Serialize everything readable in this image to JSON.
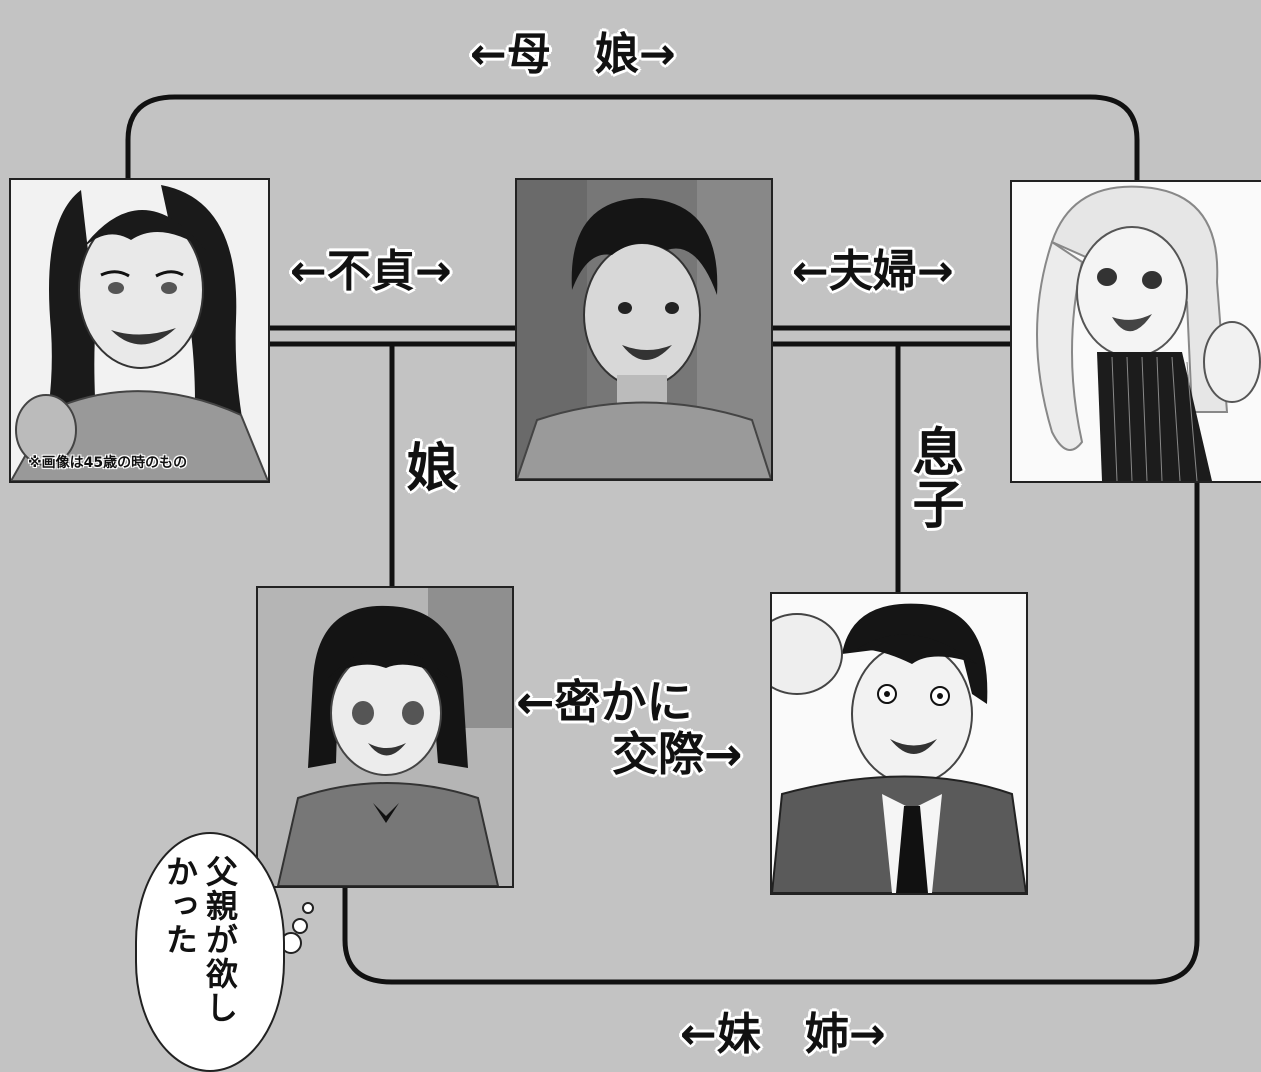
{
  "labels": {
    "mother_daughter": "←母　娘→",
    "affair": "←不貞→",
    "couple": "←夫婦→",
    "daughter": "娘",
    "son": "息子",
    "secret_dating_line1": "←密かに",
    "secret_dating_line2": "交際→",
    "sisters": "←妹　姉→"
  },
  "image_note": "※画像は45歳の時のもの",
  "thought_bubble": "父親が欲しかった",
  "characters": [
    {
      "id": "grandmother",
      "desc": "long-dark-hair-woman"
    },
    {
      "id": "father",
      "desc": "dark-hair-man"
    },
    {
      "id": "mother",
      "desc": "light-hair-woman"
    },
    {
      "id": "daughter",
      "desc": "schoolgirl-dark-hair"
    },
    {
      "id": "son",
      "desc": "schoolboy-dark-hair"
    }
  ],
  "colors": {
    "background": "#c3c3c3",
    "line": "#111111",
    "panel_border": "#222222"
  }
}
